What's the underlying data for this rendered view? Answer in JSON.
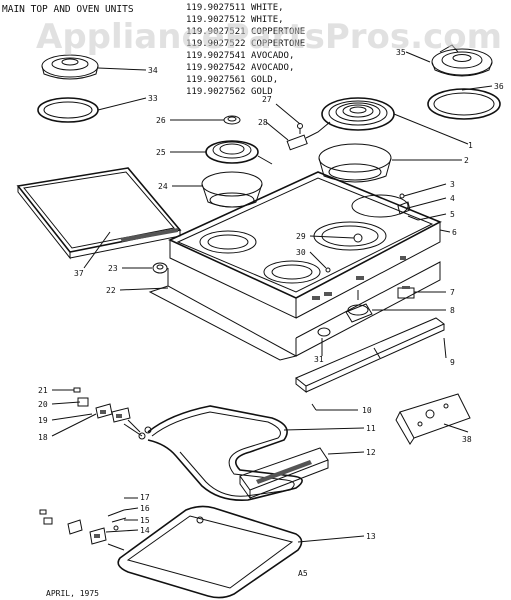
{
  "title": "MAIN TOP AND OVEN UNITS",
  "model_list": [
    "119.9027511 WHITE,",
    "119.9027512 WHITE,",
    "119.9027521 COPPERTONE",
    "119.9027522 COPPERTONE",
    "119.9027541 AVOCADO,",
    "119.9027542 AVOCADO,",
    "119.9027561 GOLD,",
    "119.9027562 GOLD"
  ],
  "watermark": "AppliancePartsPros.com",
  "part_labels": [
    "1",
    "2",
    "3",
    "4",
    "5",
    "6",
    "7",
    "8",
    "9",
    "10",
    "11",
    "12",
    "13",
    "14",
    "15",
    "16",
    "17",
    "18",
    "19",
    "20",
    "21",
    "22",
    "23",
    "24",
    "25",
    "26",
    "27",
    "28",
    "29",
    "30",
    "31",
    "33",
    "34",
    "35",
    "36",
    "37",
    "38"
  ],
  "footer_date": "APRIL, 1975",
  "footer_page": "A5"
}
